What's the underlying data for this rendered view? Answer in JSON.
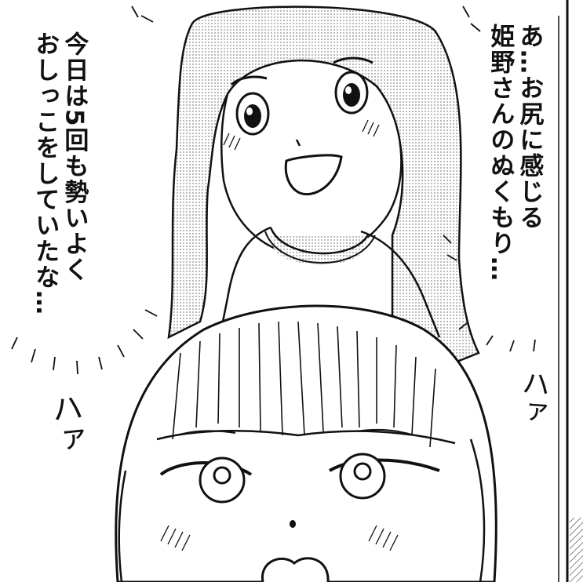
{
  "speech_right": {
    "lines": [
      "あ…お尻に感じる",
      "姫野さんのぬくもり…"
    ]
  },
  "speech_left": {
    "lines": [
      "今日は5回も勢いよく",
      "おしっこをしていたな…"
    ]
  },
  "sfx": {
    "left": "ハァ",
    "right": "ハァ"
  },
  "colors": {
    "ink": "#111111",
    "screentone": "#bdbdbd",
    "paper": "#ffffff"
  }
}
